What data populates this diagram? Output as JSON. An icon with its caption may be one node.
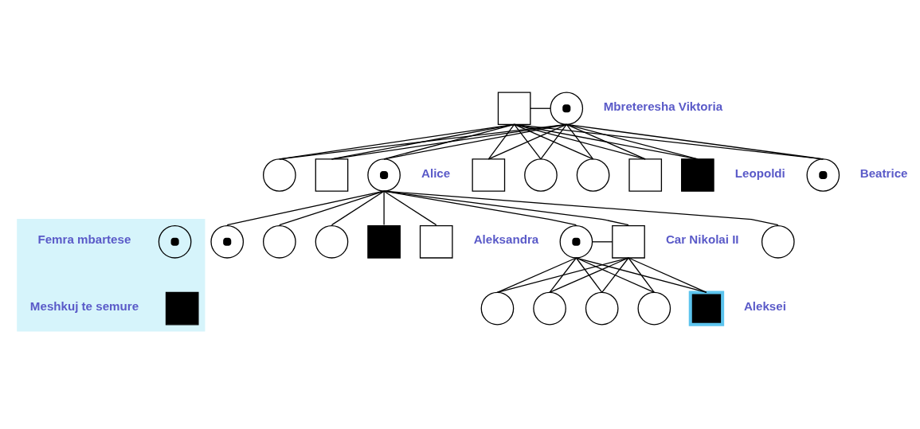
{
  "diagram": {
    "nodes": [
      {
        "text": [],
        "shape": "box"
      },
      {
        "text": [],
        "shape": "circle",
        "beside": [
          "Mbreteresha Viktoria"
        ]
      },
      {
        "text": [],
        "shape": "circle"
      },
      {
        "text": [],
        "shape": "box"
      },
      {
        "text": [],
        "shape": "circle",
        "beside": [
          "Alice"
        ]
      },
      {
        "text": [],
        "shape": "box"
      },
      {
        "text": [],
        "shape": "circle"
      },
      {
        "text": [],
        "shape": "circle"
      },
      {
        "text": [],
        "shape": "box"
      },
      {
        "text": [],
        "shape": "box",
        "beside": [
          "Leopoldi"
        ]
      },
      {
        "text": [],
        "shape": "circle",
        "beside": [
          "Beatrice"
        ]
      },
      {
        "text": [],
        "shape": "circle"
      },
      {
        "text": [],
        "shape": "circle"
      },
      {
        "text": [],
        "shape": "circle"
      },
      {
        "text": [],
        "shape": "box"
      },
      {
        "text": [],
        "shape": "box"
      },
      {
        "text": [],
        "shape": "circle",
        "beside": [
          "Aleksandra"
        ]
      },
      {
        "text": [],
        "shape": "box",
        "beside": [
          "Car Nikolai II"
        ]
      },
      {
        "text": [],
        "shape": "circle"
      },
      {
        "text": [],
        "shape": "circle"
      },
      {
        "text": [],
        "shape": "circle"
      },
      {
        "text": [],
        "shape": "circle"
      },
      {
        "text": [],
        "shape": "circle"
      },
      {
        "text": [],
        "shape": "box",
        "beside": [
          "Aleksei"
        ]
      },
      {
        "text": [],
        "shape": "box"
      },
      {
        "text": [],
        "shape": "circle",
        "in": 24
      },
      {
        "text": [],
        "shape": "box",
        "in": 24
      }
    ],
    "edges": [
      {
        "from": 0,
        "to": 1,
        "arrow": "none"
      },
      {
        "from": 0,
        "to": 2,
        "arrow": "none"
      },
      {
        "from": 1,
        "to": 2,
        "arrow": "none"
      },
      {
        "from": 0,
        "to": 3,
        "arrow": "none"
      },
      {
        "from": 1,
        "to": 3,
        "arrow": "none"
      },
      {
        "from": 0,
        "to": 4,
        "arrow": "none"
      },
      {
        "from": 1,
        "to": 4,
        "arrow": "none"
      },
      {
        "from": 0,
        "to": 5,
        "arrow": "none"
      },
      {
        "from": 1,
        "to": 5,
        "arrow": "none"
      },
      {
        "from": 0,
        "to": 6,
        "arrow": "none"
      },
      {
        "from": 1,
        "to": 6,
        "arrow": "none"
      },
      {
        "from": 0,
        "to": 7,
        "arrow": "none"
      },
      {
        "from": 1,
        "to": 7,
        "arrow": "none"
      },
      {
        "from": 0,
        "to": 8,
        "arrow": "none"
      },
      {
        "from": 1,
        "to": 8,
        "arrow": "none"
      },
      {
        "from": 0,
        "to": 9,
        "arrow": "none"
      },
      {
        "from": 1,
        "to": 9,
        "arrow": "none"
      },
      {
        "from": 0,
        "to": 10,
        "arrow": "none"
      },
      {
        "from": 1,
        "to": 10,
        "arrow": "none"
      },
      {
        "from": 4,
        "to": 11,
        "arrow": "none"
      },
      {
        "from": 4,
        "to": 12,
        "arrow": "none"
      },
      {
        "from": 4,
        "to": 13,
        "arrow": "none"
      },
      {
        "from": 4,
        "to": 14,
        "arrow": "none"
      },
      {
        "from": 4,
        "to": 15,
        "arrow": "none"
      },
      {
        "from": 4,
        "to": 16,
        "arrow": "none"
      },
      {
        "from": 4,
        "to": 17,
        "arrow": "none"
      },
      {
        "from": 4,
        "to": 18,
        "arrow": "none"
      },
      {
        "from": 16,
        "to": 17,
        "arrow": "none"
      },
      {
        "from": 16,
        "to": 19,
        "arrow": "none"
      },
      {
        "from": 17,
        "to": 19,
        "arrow": "none"
      },
      {
        "from": 16,
        "to": 20,
        "arrow": "none"
      },
      {
        "from": 17,
        "to": 20,
        "arrow": "none"
      },
      {
        "from": 16,
        "to": 21,
        "arrow": "none"
      },
      {
        "from": 17,
        "to": 21,
        "arrow": "none"
      },
      {
        "from": 16,
        "to": 22,
        "arrow": "none"
      },
      {
        "from": 17,
        "to": 22,
        "arrow": "none"
      },
      {
        "from": 16,
        "to": 23,
        "arrow": "none"
      },
      {
        "from": 17,
        "to": 23,
        "arrow": "none"
      }
    ],
    "legend": [
      {
        "text": "Femra mbartese"
      },
      {
        "text": "Meshkuj te semure"
      }
    ]
  }
}
